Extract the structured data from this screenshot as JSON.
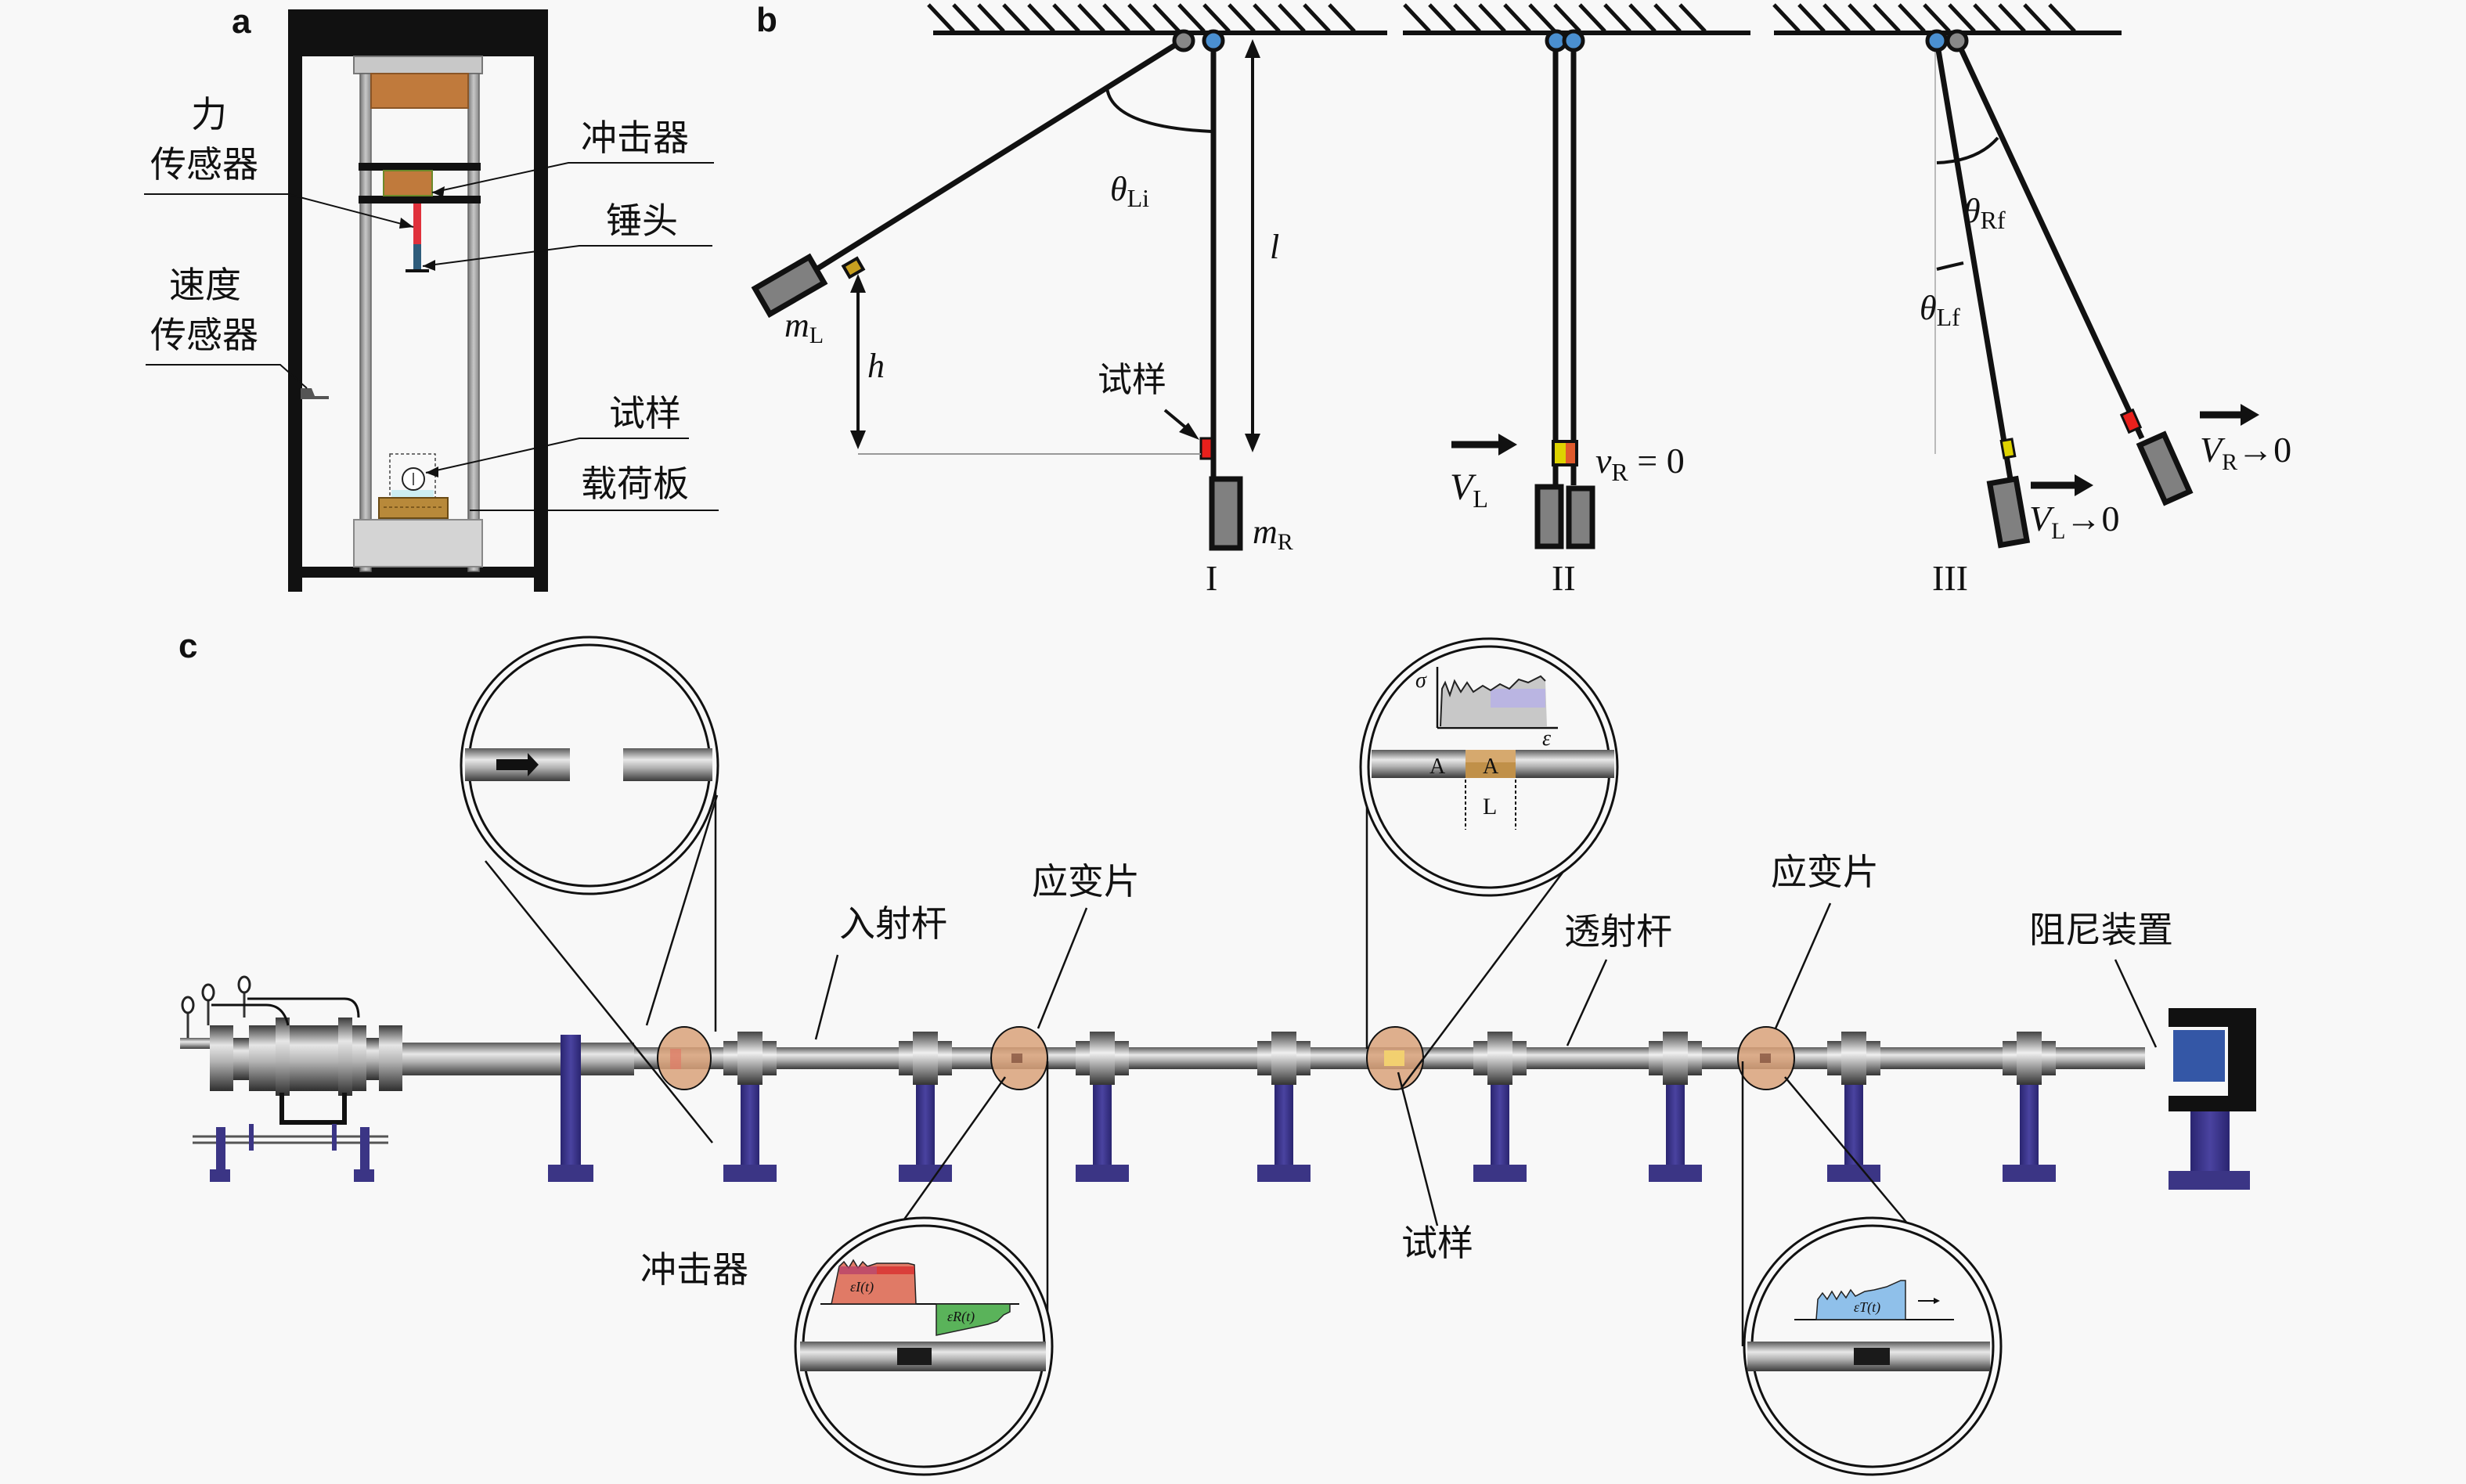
{
  "panels": {
    "a": {
      "label": "a",
      "callouts": {
        "force_sensor_line1": "力",
        "force_sensor_line2": "传感器",
        "velocity_sensor_line1": "速度",
        "velocity_sensor_line2": "传感器",
        "impactor": "冲击器",
        "hammer_head": "锤头",
        "specimen": "试样",
        "load_plate": "载荷板"
      }
    },
    "b": {
      "label": "b",
      "stage_labels": [
        "I",
        "II",
        "III"
      ],
      "stage1": {
        "mass_left": "m",
        "mass_left_sub": "L",
        "mass_right": "m",
        "mass_right_sub": "R",
        "height": "h",
        "length": "l",
        "angle": "θ",
        "angle_sub": "Li",
        "specimen": "试样"
      },
      "stage2": {
        "velocity_left": "V",
        "velocity_left_sub": "L",
        "velocity_right": "v",
        "velocity_right_sub": "R",
        "velocity_right_eq": " = 0"
      },
      "stage3": {
        "angle_right": "θ",
        "angle_right_sub": "Rf",
        "angle_left": "θ",
        "angle_left_sub": "Lf",
        "velocity_left": "V",
        "velocity_left_sub": "L",
        "velocity_left_tail": "→0",
        "velocity_right": "V",
        "velocity_right_sub": "R",
        "velocity_right_tail": "→0"
      }
    },
    "c": {
      "label": "c",
      "callouts": {
        "incident_bar": "入射杆",
        "strain_gauge_left": "应变片",
        "transmission_bar": "透射杆",
        "strain_gauge_right": "应变片",
        "damper": "阻尼装置",
        "impactor": "冲击器",
        "specimen": "试样"
      },
      "inset_specimen": {
        "y_axis": "σ",
        "x_axis": "ε",
        "area_left": "A",
        "area_right": "A",
        "length": "L"
      },
      "inset_gauge_left": {
        "incident_signal": "εI(t)",
        "reflected_signal": "εR(t)"
      },
      "inset_gauge_right": {
        "transmitted_signal": "εT(t)"
      }
    }
  },
  "colors": {
    "frame": "#111111",
    "rail_gray": "#a8a8a8",
    "impactor_orange": "#c07a3c",
    "force_sensor_red": "#e0313c",
    "hammer_blue": "#2f5d7c",
    "load_plate": "#b8893a",
    "support_navy": "#3b3585",
    "damper_blue": "#3457a6",
    "highlight_circle": "#d9a27a",
    "pivot_blue": "#4a8fd0",
    "mass_gray": "#808080",
    "specimen_red": "#e8201c",
    "signal_incident": "#e07a66",
    "signal_reflected": "#5ab35a",
    "signal_transmitted": "#8fc0ea",
    "stress_fill": "#c8c8c8",
    "stress_tail": "#b6b0e8"
  }
}
